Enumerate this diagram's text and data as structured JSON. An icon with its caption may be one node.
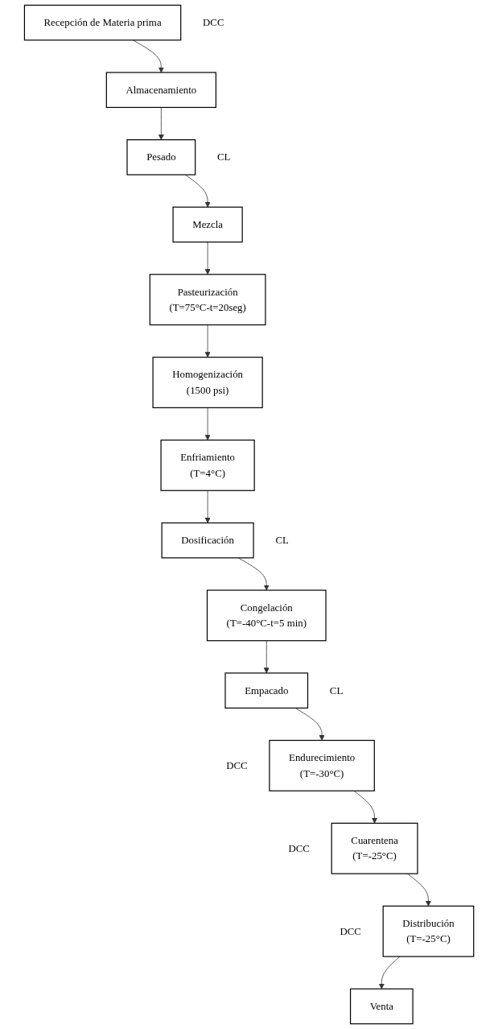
{
  "diagram": {
    "nodes": [
      {
        "text": [
          "Recepción de Materia prima"
        ],
        "beside": [
          "DCC"
        ]
      },
      {
        "text": [
          "Almacenamiento"
        ]
      },
      {
        "text": [
          "Pesado"
        ],
        "beside": [
          "CL"
        ]
      },
      {
        "text": [
          "Mezcla"
        ]
      },
      {
        "text": [
          "Pasteurización",
          "(T=75°C-t=20seg)"
        ]
      },
      {
        "text": [
          "Homogenización",
          "(1500 psi)"
        ]
      },
      {
        "text": [
          "Enfriamiento",
          "(T=4°C)"
        ]
      },
      {
        "text": [
          "Dosificación"
        ],
        "beside": [
          "CL"
        ]
      },
      {
        "text": [
          "Congelación",
          "(T=-40°C-t=5 min)"
        ]
      },
      {
        "text": [
          "Empacado"
        ],
        "beside": [
          "CL"
        ]
      },
      {
        "text": [
          "Endurecimiento",
          "(T=-30°C)"
        ],
        "beside": [
          "DCC"
        ]
      },
      {
        "text": [
          "Cuarentena",
          "(T=-25°C)"
        ],
        "beside": [
          "DCC"
        ]
      },
      {
        "text": [
          "Distribución",
          "(T=-25°C)"
        ],
        "beside": [
          "DCC"
        ]
      },
      {
        "text": [
          "Venta"
        ]
      }
    ],
    "edges": [
      {
        "from": 0,
        "to": 1,
        "arrow": "to"
      },
      {
        "from": 1,
        "to": 2,
        "arrow": "to"
      },
      {
        "from": 2,
        "to": 3,
        "arrow": "to"
      },
      {
        "from": 3,
        "to": 4,
        "arrow": "to"
      },
      {
        "from": 4,
        "to": 5,
        "arrow": "to"
      },
      {
        "from": 5,
        "to": 6,
        "arrow": "to"
      },
      {
        "from": 6,
        "to": 7,
        "arrow": "to"
      },
      {
        "from": 7,
        "to": 8,
        "arrow": "to"
      },
      {
        "from": 8,
        "to": 9,
        "arrow": "to"
      },
      {
        "from": 9,
        "to": 10,
        "arrow": "to"
      },
      {
        "from": 10,
        "to": 11,
        "arrow": "to"
      },
      {
        "from": 11,
        "to": 12,
        "arrow": "to"
      },
      {
        "from": 12,
        "to": 13,
        "arrow": "to"
      }
    ]
  }
}
